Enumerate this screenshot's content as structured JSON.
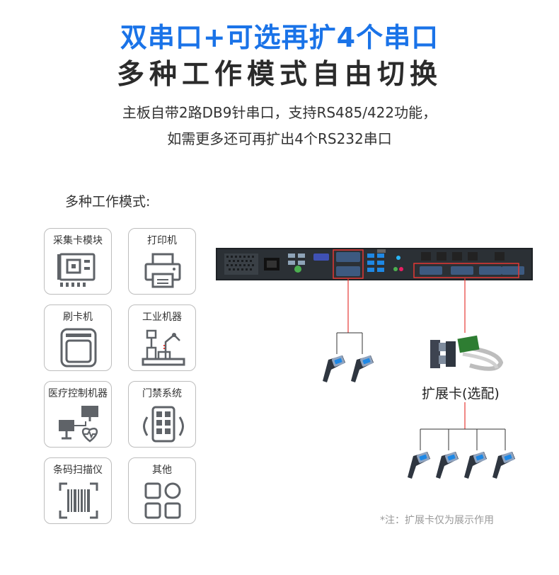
{
  "headline": {
    "line1": "双串口+可选再扩4个串口",
    "line2": "多种工作模式自由切换"
  },
  "description": {
    "line1": "主板自带2路DB9针串口，支持RS485/422功能，",
    "line2": "如需更多还可再扩出4个RS232串口"
  },
  "modes": {
    "label": "多种工作模式:",
    "items": [
      {
        "label": "采集卡模块",
        "icon": "capture-card-icon"
      },
      {
        "label": "打印机",
        "icon": "printer-icon"
      },
      {
        "label": "刷卡机",
        "icon": "card-reader-icon"
      },
      {
        "label": "工业机器",
        "icon": "industrial-machine-icon"
      },
      {
        "label": "医疗控制机器",
        "icon": "medical-control-icon"
      },
      {
        "label": "门禁系统",
        "icon": "access-control-icon"
      },
      {
        "label": "条码扫描仪",
        "icon": "barcode-scanner-icon"
      },
      {
        "label": "其他",
        "icon": "other-apps-icon"
      }
    ]
  },
  "expansion": {
    "label": "扩展卡(选配)"
  },
  "footnote": "*注：扩展卡仅为展示作用",
  "colors": {
    "headline_blue": "#1a73e8",
    "highlight_red": "#e53935",
    "icon_gray": "#5f6368"
  }
}
